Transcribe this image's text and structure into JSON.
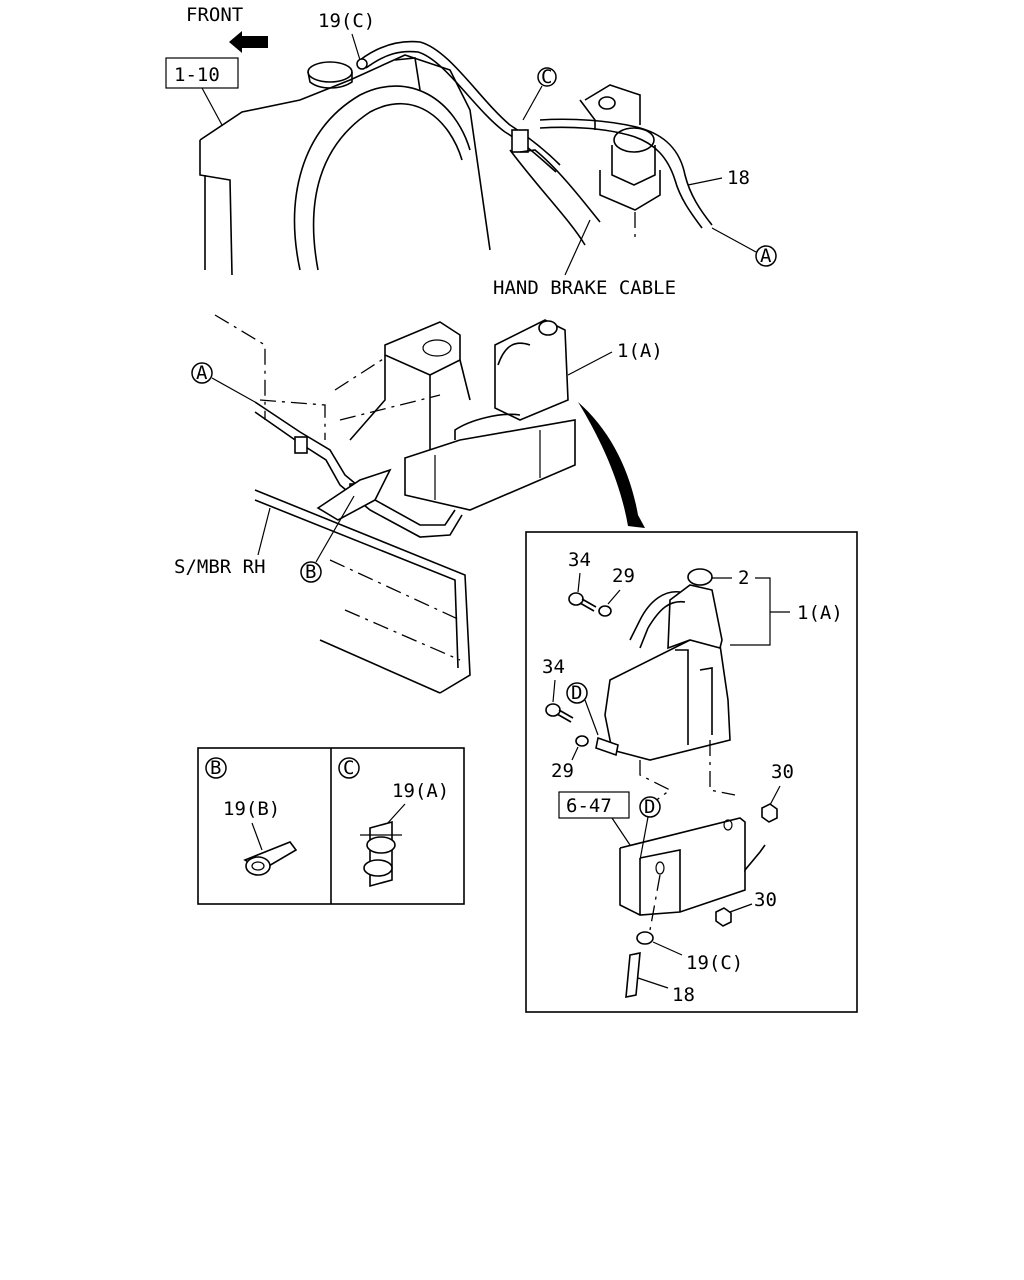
{
  "labels": {
    "front": "FRONT",
    "ref_1_10": "1-10",
    "ref_6_47": "6-47",
    "hand_brake_cable": "HAND BRAKE CABLE",
    "s_mbr_rh": "S/MBR RH",
    "part_19c": "19(C)",
    "part_19a": "19(A)",
    "part_19b": "19(B)",
    "part_18": "18",
    "part_1a": "1(A)",
    "part_2": "2",
    "part_34": "34",
    "part_29": "29",
    "part_30": "30"
  },
  "markers": {
    "a": "A",
    "b": "B",
    "c": "C",
    "d": "D"
  }
}
